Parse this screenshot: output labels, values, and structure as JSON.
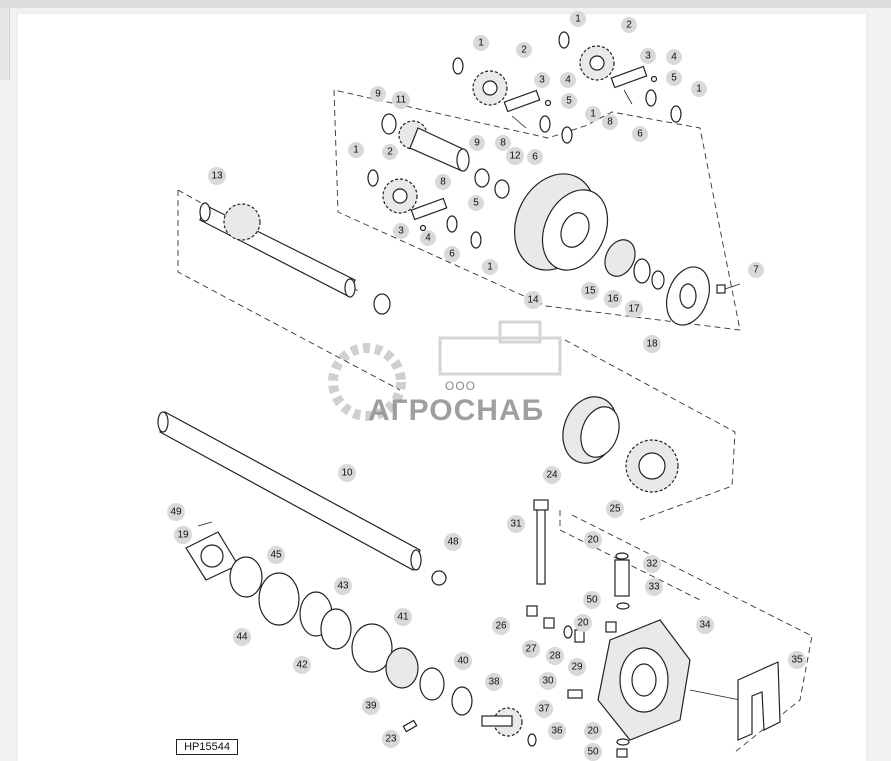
{
  "diagram": {
    "reference_code": "HP15544",
    "watermark": {
      "company_type": "ООО",
      "name": "АГРОСНАБ"
    },
    "callouts": [
      {
        "id": "c1a",
        "text": "1"
      },
      {
        "id": "c2a",
        "text": "2"
      },
      {
        "id": "c3a",
        "text": "3"
      },
      {
        "id": "c4a",
        "text": "4"
      },
      {
        "id": "c5a",
        "text": "5"
      },
      {
        "id": "c1b",
        "text": "1"
      },
      {
        "id": "c6a",
        "text": "6"
      },
      {
        "id": "c8a",
        "text": "8"
      },
      {
        "id": "c1c",
        "text": "1"
      },
      {
        "id": "c2b",
        "text": "2"
      },
      {
        "id": "c3b",
        "text": "3"
      },
      {
        "id": "c4b",
        "text": "4"
      },
      {
        "id": "c5b",
        "text": "5"
      },
      {
        "id": "c1d",
        "text": "1"
      },
      {
        "id": "c6b",
        "text": "6"
      },
      {
        "id": "c8b",
        "text": "8"
      },
      {
        "id": "c9a",
        "text": "9"
      },
      {
        "id": "c11",
        "text": "11"
      },
      {
        "id": "c9b",
        "text": "9"
      },
      {
        "id": "c12",
        "text": "12"
      },
      {
        "id": "c1e",
        "text": "1"
      },
      {
        "id": "c2c",
        "text": "2"
      },
      {
        "id": "c8c",
        "text": "8"
      },
      {
        "id": "c3c",
        "text": "3"
      },
      {
        "id": "c4c",
        "text": "4"
      },
      {
        "id": "c5c",
        "text": "5"
      },
      {
        "id": "c6c",
        "text": "6"
      },
      {
        "id": "c1f",
        "text": "1"
      },
      {
        "id": "c13",
        "text": "13"
      },
      {
        "id": "c14",
        "text": "14"
      },
      {
        "id": "c15",
        "text": "15"
      },
      {
        "id": "c16",
        "text": "16"
      },
      {
        "id": "c17",
        "text": "17"
      },
      {
        "id": "c7",
        "text": "7"
      },
      {
        "id": "c18",
        "text": "18"
      },
      {
        "id": "c10",
        "text": "10"
      },
      {
        "id": "c24",
        "text": "24"
      },
      {
        "id": "c25",
        "text": "25"
      },
      {
        "id": "c49",
        "text": "49"
      },
      {
        "id": "c19",
        "text": "19"
      },
      {
        "id": "c45",
        "text": "45"
      },
      {
        "id": "c44",
        "text": "44"
      },
      {
        "id": "c43",
        "text": "43"
      },
      {
        "id": "c42",
        "text": "42"
      },
      {
        "id": "c41",
        "text": "41"
      },
      {
        "id": "c48",
        "text": "48"
      },
      {
        "id": "c40",
        "text": "40"
      },
      {
        "id": "c39",
        "text": "39"
      },
      {
        "id": "c38",
        "text": "38"
      },
      {
        "id": "c37",
        "text": "37"
      },
      {
        "id": "c36",
        "text": "36"
      },
      {
        "id": "c23",
        "text": "23"
      },
      {
        "id": "c31",
        "text": "31"
      },
      {
        "id": "c20a",
        "text": "20"
      },
      {
        "id": "c32",
        "text": "32"
      },
      {
        "id": "c33",
        "text": "33"
      },
      {
        "id": "c50a",
        "text": "50"
      },
      {
        "id": "c26",
        "text": "26"
      },
      {
        "id": "c20b",
        "text": "20"
      },
      {
        "id": "c27",
        "text": "27"
      },
      {
        "id": "c28",
        "text": "28"
      },
      {
        "id": "c29",
        "text": "29"
      },
      {
        "id": "c34",
        "text": "34"
      },
      {
        "id": "c35",
        "text": "35"
      },
      {
        "id": "c30",
        "text": "30"
      },
      {
        "id": "c20c",
        "text": "20"
      },
      {
        "id": "c50b",
        "text": "50"
      }
    ]
  }
}
